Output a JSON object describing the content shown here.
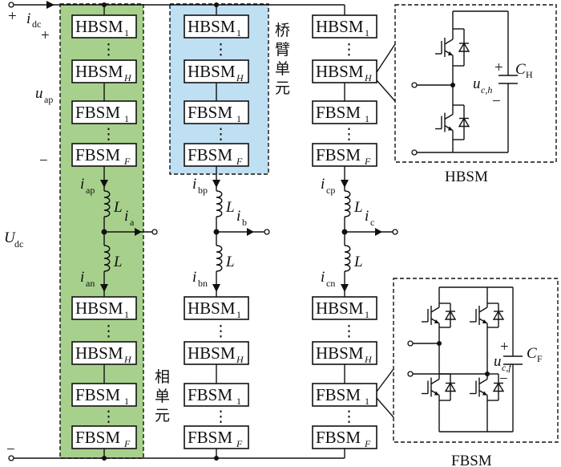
{
  "colors": {
    "phase_unit_fill": "#a8d08d",
    "bridge_arm_fill": "#bfdff2",
    "line": "#111111",
    "background": "#ffffff"
  },
  "dc_bus": {
    "plus": "+",
    "minus": "−",
    "current": "i",
    "current_sub": "dc",
    "voltage": "U",
    "voltage_sub": "dc"
  },
  "arm_voltage": {
    "plus": "+",
    "minus": "−",
    "label": "u",
    "sub": "ap"
  },
  "submodules": {
    "hb_first": {
      "main": "HBSM",
      "sub": "1"
    },
    "hb_last": {
      "main": "HBSM",
      "sub": "H"
    },
    "fb_first": {
      "main": "FBSM",
      "sub": "1"
    },
    "fb_last": {
      "main": "FBSM",
      "sub": "F"
    },
    "ellipsis": "⋮"
  },
  "phases": [
    {
      "id": "a",
      "upper_current": "i",
      "upper_sub": "ap",
      "lower_current": "i",
      "lower_sub": "an",
      "out_current": "i",
      "out_sub": "a",
      "inductor": "L"
    },
    {
      "id": "b",
      "upper_current": "i",
      "upper_sub": "bp",
      "lower_current": "i",
      "lower_sub": "bn",
      "out_current": "i",
      "out_sub": "b",
      "inductor": "L"
    },
    {
      "id": "c",
      "upper_current": "i",
      "upper_sub": "cp",
      "lower_current": "i",
      "lower_sub": "cn",
      "out_current": "i",
      "out_sub": "c",
      "inductor": "L"
    }
  ],
  "labels": {
    "bridge_arm_unit": "桥臂单元",
    "phase_unit": "相单元"
  },
  "hbsm_detail": {
    "title": "HBSM",
    "cap": "C",
    "cap_sub": "H",
    "voltage": "u",
    "voltage_sub": "c,h",
    "plus": "+",
    "minus": "−"
  },
  "fbsm_detail": {
    "title": "FBSM",
    "cap": "C",
    "cap_sub": "F",
    "voltage": "u",
    "voltage_sub": "c,f",
    "plus": "+",
    "minus": "−"
  }
}
